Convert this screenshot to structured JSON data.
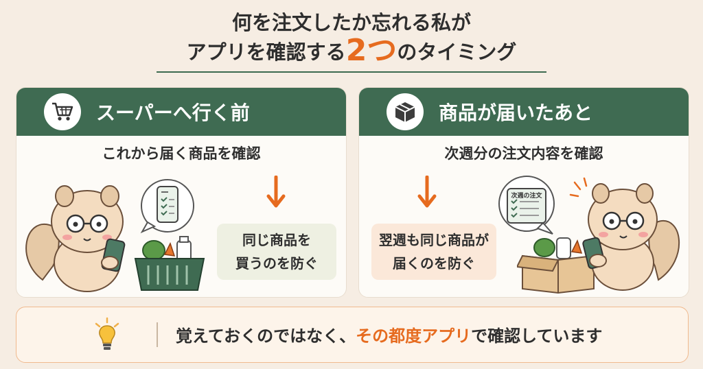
{
  "title": {
    "line1": "何を注文したか忘れる私が",
    "line2_pre": "アプリを確認する",
    "line2_num": "2つ",
    "line2_post": "のタイミング"
  },
  "left_card": {
    "heading": "スーパーへ行く前",
    "subtitle": "これから届く商品を確認",
    "result_line1": "同じ商品を",
    "result_line2": "買うのを防ぐ",
    "icon": "shopping-cart-icon"
  },
  "right_card": {
    "heading": "商品が届いたあと",
    "subtitle": "次週分の注文内容を確認",
    "phone_label": "次週の注文",
    "result_line1": "翌週も同じ商品が",
    "result_line2": "届くのを防ぐ",
    "icon": "package-icon"
  },
  "bottom": {
    "text_pre": "覚えておくのではなく、",
    "text_highlight": "その都度アプリ",
    "text_post": "で確認しています",
    "icon": "lightbulb-icon"
  },
  "colors": {
    "green": "#3f6b52",
    "orange": "#e66b1f",
    "background": "#f6ede3"
  }
}
